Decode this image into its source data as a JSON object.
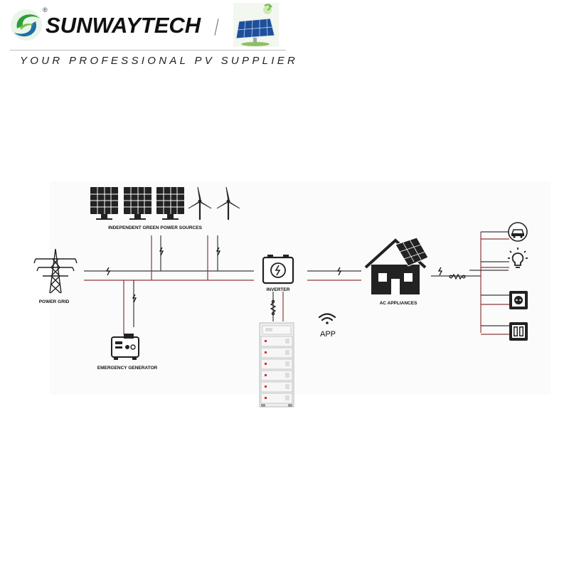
{
  "header": {
    "brand": "SUNWAYTECH",
    "registered_mark": "®",
    "slogan": "YOUR PROFESSIONAL PV SUPPLIER",
    "logo_icon": "green-s-swoosh-icon",
    "side_image_icon": "solar-panel-photo-icon"
  },
  "diagram": {
    "labels": {
      "green_sources": "INDEPENDENT GREEN POWER SOURCES",
      "power_grid": "POWER GRID",
      "inverter": "INVERTER",
      "emergency_generator": "EMERGENCY GENERATOR",
      "app": "APP",
      "ac_appliances": "AC APPLIANCES"
    },
    "colors": {
      "line_dark": "#3a3a3a",
      "line_red": "#8b3a3a",
      "logo_green": "#2e9e3a"
    },
    "appliance_icons": [
      "car-icon",
      "light-bulb-icon",
      "socket-icon",
      "switch-icon"
    ]
  }
}
